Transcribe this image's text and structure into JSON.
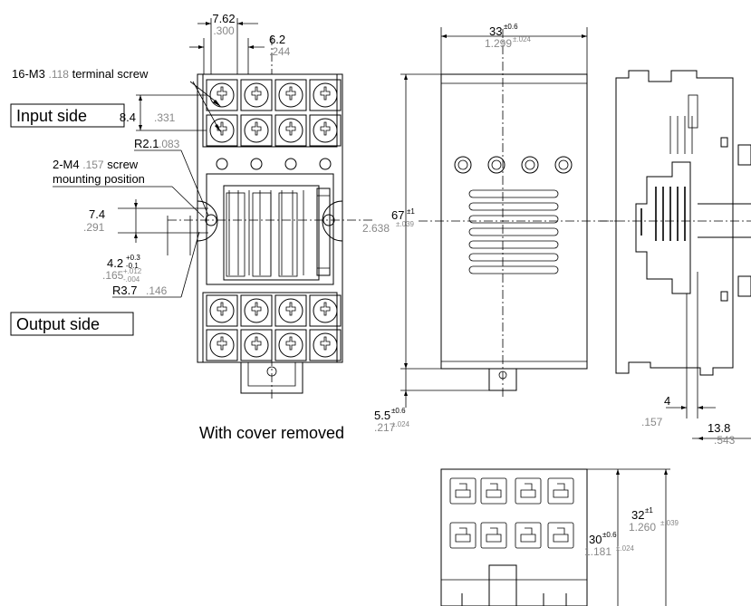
{
  "labels": {
    "input_side": "Input side",
    "output_side": "Output side",
    "terminal_screw_main": "16-M3",
    "terminal_screw_inch": ".118",
    "terminal_screw_suffix": "terminal screw",
    "mount_main": "2-M4",
    "mount_inch": ".157",
    "mount_suffix": "screw",
    "mount_line2": "mounting position",
    "cover_removed": "With cover removed"
  },
  "dims": {
    "pitch_mm": "7.62",
    "pitch_in": ".300",
    "w62_mm": "6.2",
    "w62_in": ".244",
    "row_mm": "8.4",
    "row_in": ".331",
    "r21_mm": "R2.1",
    "r21_in": ".083",
    "h74_mm": "7.4",
    "h74_in": ".291",
    "slot_mm": "4.2",
    "slot_mm_tol_plus": "+0.3",
    "slot_mm_tol_minus": "-0.1",
    "slot_in": ".165",
    "slot_in_tol_plus": "+.012",
    "slot_in_tol_minus": "-.004",
    "r37_mm": "R3.7",
    "r37_in": ".146",
    "width_mm": "33",
    "width_mm_tol": "±0.6",
    "width_in": "1.299",
    "width_in_tol": "±.024",
    "height_mm": "67",
    "height_mm_tol": "±1",
    "height_in": "2.638",
    "height_in_tol": "±.039",
    "tab_mm": "5.5",
    "tab_mm_tol": "±0.6",
    "tab_in": ".217",
    "tab_in_tol": "±.024",
    "rail_mm": "4",
    "rail_in": ".157",
    "depth_mm": "13.8",
    "depth_in": ".543",
    "d32_mm": "32",
    "d32_mm_tol": "±1",
    "d32_in": "1.260",
    "d32_in_tol": "±.039",
    "d30_mm": "30",
    "d30_mm_tol": "±0.6",
    "d30_in": "1.181",
    "d30_in_tol": "±.024"
  }
}
